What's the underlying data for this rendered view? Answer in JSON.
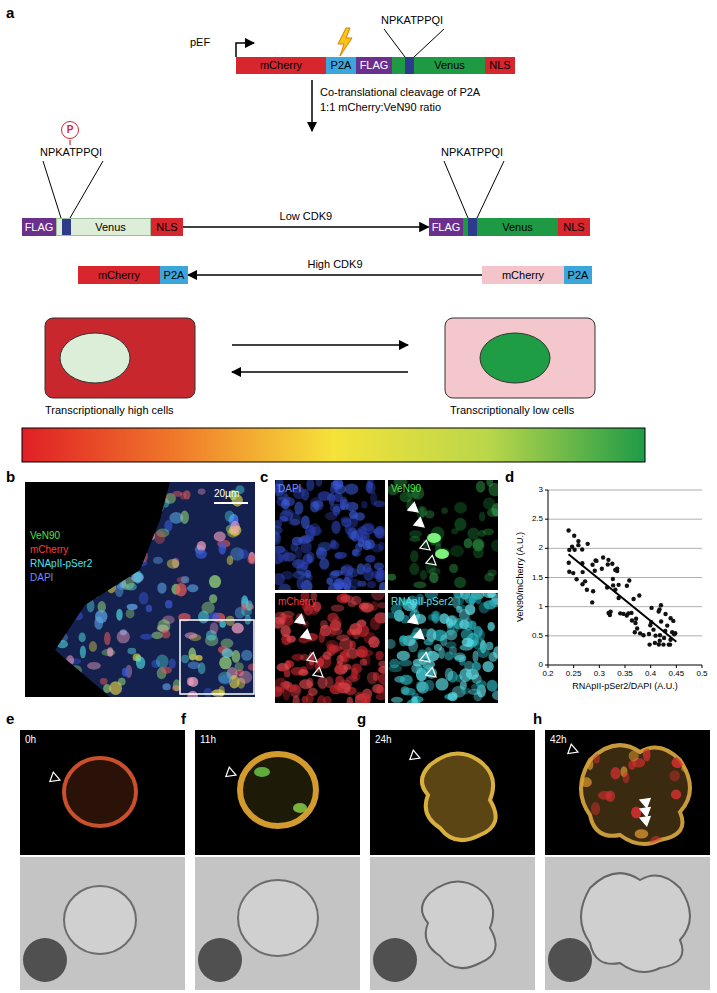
{
  "diagram": {
    "nodes": [
      {
        "text": [
          "mCherry"
        ]
      },
      {
        "text": [
          "P2A"
        ]
      },
      {
        "text": [
          "FLAG"
        ]
      },
      {
        "text": [
          "Venus"
        ]
      },
      {
        "text": [
          "NLS"
        ]
      },
      {
        "text": [
          "P"
        ]
      },
      {
        "text": [
          "FLAG"
        ]
      },
      {
        "text": [
          "Venus"
        ]
      },
      {
        "text": [
          "NLS"
        ]
      },
      {
        "text": [
          "mCherry"
        ]
      },
      {
        "text": [
          "P2A"
        ]
      },
      {
        "text": [
          "FLAG"
        ]
      },
      {
        "text": [
          "Venus"
        ]
      },
      {
        "text": [
          "NLS"
        ]
      },
      {
        "text": [
          "mCherry"
        ]
      },
      {
        "text": [
          "P2A"
        ]
      }
    ],
    "edges": [
      {
        "from": 8,
        "to": 11,
        "label": "Low CDK9",
        "arrow": "to"
      },
      {
        "from": 14,
        "to": 10,
        "label": "High CDK9",
        "arrow": "to"
      }
    ],
    "labels": [
      "a",
      "NPKATPPQI",
      "pEF",
      "Co-translational cleavage of P2A",
      "1:1 mCherry:VeN90 ratio",
      "NPKATPPQI",
      "NPKATPPQI",
      "Transcriptionally high cells",
      "Transcriptionally low cells",
      "b",
      "20µm",
      "VeN90",
      "mCherry",
      "RNApII-pSer2",
      "DAPI",
      "c",
      "DAPI",
      "VeN90",
      "mCherry",
      "RNApII-pSer2",
      "d",
      "0",
      "0.5",
      "1",
      "1.5",
      "2",
      "2.5",
      "3",
      "0.2",
      "0.25",
      "0.3",
      "0.35",
      "0.4",
      "0.45",
      "0.5",
      "VeN90/mCherry (A.U.)",
      "RNApII-pSer2/DAPI (A.U.)",
      "e",
      "0h",
      "f",
      "11h",
      "g",
      "24h",
      "h",
      "42h"
    ]
  }
}
